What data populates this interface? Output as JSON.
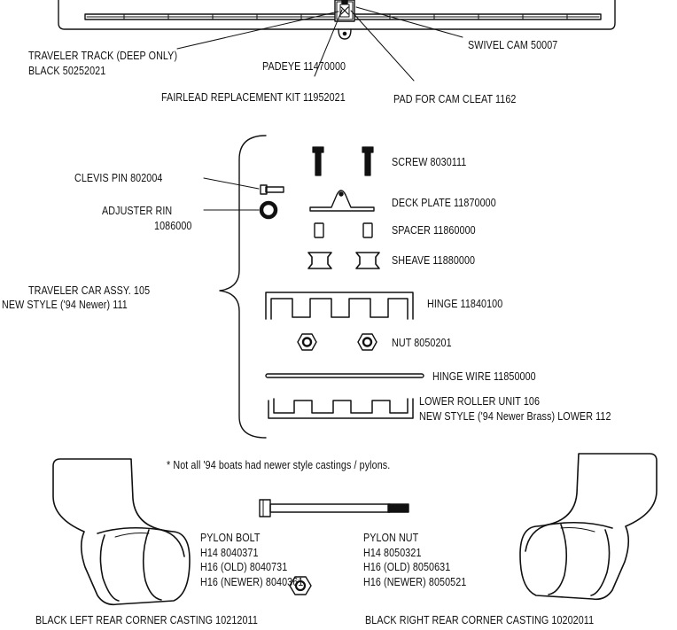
{
  "track_labels": {
    "traveler_track_line1": "TRAVELER TRACK (DEEP ONLY)",
    "traveler_track_line2": "BLACK  50252021",
    "padeye": "PADEYE  11470000",
    "swivel_cam": "SWIVEL CAM 50007",
    "fairlead_kit": "FAIRLEAD REPLACEMENT KIT  11952021",
    "pad_cam_cleat": "PAD FOR CAM CLEAT 1162"
  },
  "car_parts": {
    "screw": "SCREW  8030111",
    "clevis_pin": "CLEVIS PIN  802004",
    "deck_plate": "DECK PLATE  11870000",
    "adjuster_ring_line1": "ADJUSTER RIN",
    "adjuster_ring_line2": "1086000",
    "spacer": "SPACER  11860000",
    "sheave": "SHEAVE  11880000",
    "car_assy_line1": "TRAVELER CAR ASSY.  105",
    "car_assy_line2": "NEW STYLE ('94 Newer)  111",
    "hinge": "HINGE  11840100",
    "nut": "NUT  8050201",
    "hinge_wire": "HINGE WIRE  11850000",
    "lower_roller_line1": "LOWER ROLLER UNIT  106",
    "lower_roller_line2": "NEW STYLE ('94 Newer Brass) LOWER  112"
  },
  "castings": {
    "note": "* Not all '94 boats had newer style castings / pylons.",
    "pylon_bolt": {
      "title": "PYLON BOLT",
      "h14": "H14  8040371",
      "h16_old": "H16 (OLD)  8040731",
      "h16_newer": "H16 (NEWER)  8040361"
    },
    "pylon_nut": {
      "title": "PYLON NUT",
      "h14": "H14  8050321",
      "h16_old": "H16 (OLD)  8050631",
      "h16_newer": "H16 (NEWER)  8050521"
    },
    "left_casting": "BLACK LEFT REAR CORNER CASTING  10212011",
    "right_casting": "BLACK RIGHT REAR CORNER CASTING  10202011"
  }
}
